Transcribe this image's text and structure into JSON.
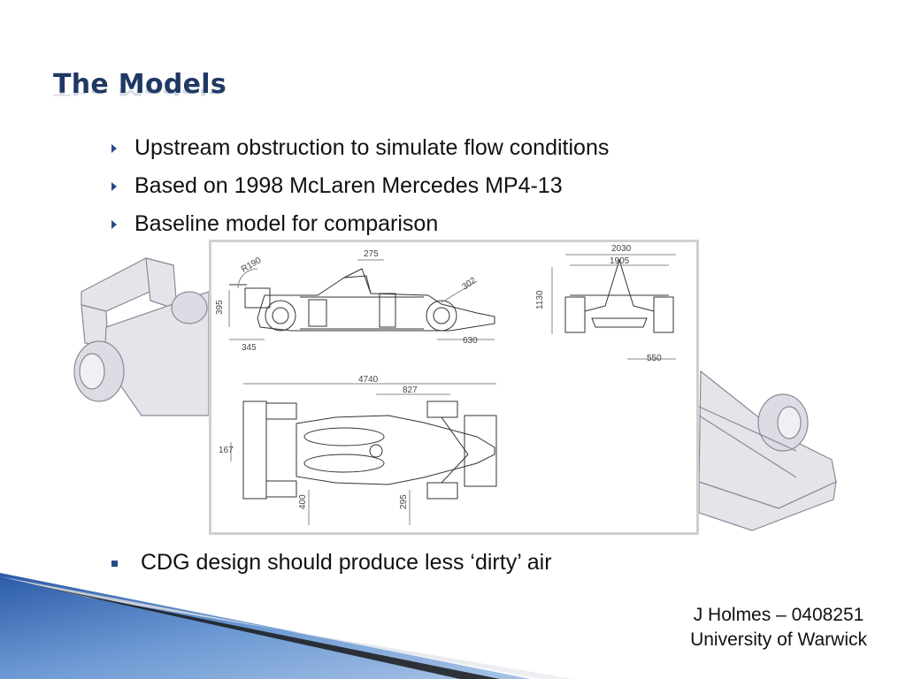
{
  "slide": {
    "title": "The Models",
    "bullets": [
      "Upstream obstruction to simulate flow conditions",
      "Based on 1998 McLaren Mercedes MP4-13",
      "Baseline model for comparison"
    ],
    "bullet_last": "CDG design should produce less ‘dirty’ air",
    "author_line1": "J Holmes – 0408251",
    "author_line2": "University of Warwick"
  },
  "drawing": {
    "dims": {
      "r190": "R190",
      "d275": "275",
      "d302": "302",
      "d395": "395",
      "d345": "345",
      "d630": "630",
      "d2030": "2030",
      "d1905": "1905",
      "d1130": "1130",
      "d550": "550",
      "d4740": "4740",
      "d827": "827",
      "d167": "167",
      "d400": "400",
      "d295": "295"
    }
  },
  "colors": {
    "title": "#1f3864",
    "bullet_marker": "#2a4a86",
    "stripe_blue": "#3a6cb4"
  }
}
